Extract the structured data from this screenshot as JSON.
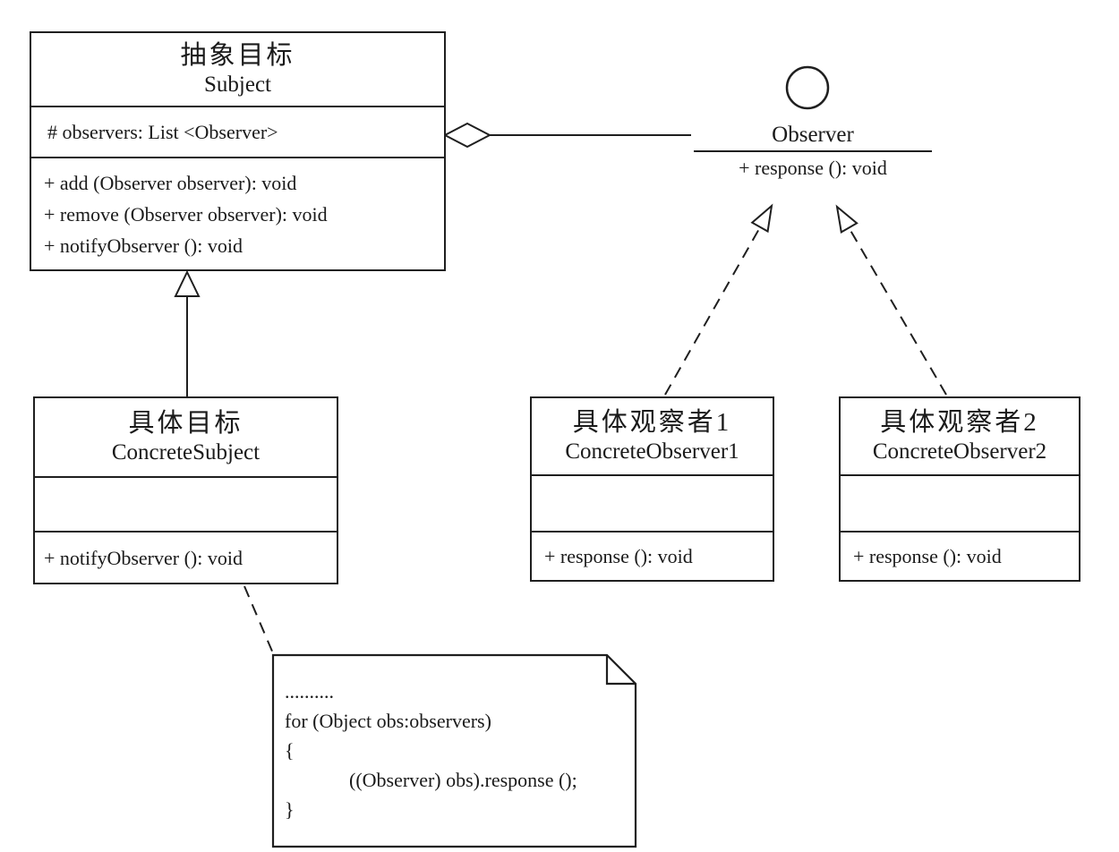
{
  "classes": {
    "subject": {
      "name_cn": "抽象目标",
      "name_en": "Subject",
      "attributes": [
        "# observers: List <Observer>"
      ],
      "methods": [
        "+ add (Observer observer): void",
        "+ remove (Observer observer): void",
        "+ notifyObserver (): void"
      ]
    },
    "concrete_subject": {
      "name_cn": "具体目标",
      "name_en": "ConcreteSubject",
      "attributes": [],
      "methods": [
        "+ notifyObserver (): void"
      ]
    },
    "concrete_observer1": {
      "name_cn": "具体观察者1",
      "name_en": "ConcreteObserver1",
      "attributes": [],
      "methods": [
        "+ response (): void"
      ]
    },
    "concrete_observer2": {
      "name_cn": "具体观察者2",
      "name_en": "ConcreteObserver2",
      "attributes": [],
      "methods": [
        "+ response (): void"
      ]
    }
  },
  "observer_interface": {
    "name": "Observer",
    "operation": "+ response (): void"
  },
  "note": {
    "lines": [
      "..........",
      "for (Object obs:observers)",
      "{",
      "((Observer) obs).response ();",
      "}"
    ]
  },
  "connectors": {
    "generalization": {
      "type": "generalization",
      "from": "ConcreteSubject",
      "to": "Subject",
      "style": "solid line, hollow triangle"
    },
    "aggregation": {
      "type": "aggregation",
      "from": "Subject",
      "to": "Observer",
      "style": "hollow diamond at Subject"
    },
    "realization1": {
      "type": "realization",
      "from": "ConcreteObserver1",
      "to": "Observer",
      "style": "dashed line, hollow arrow"
    },
    "realization2": {
      "type": "realization",
      "from": "ConcreteObserver2",
      "to": "Observer",
      "style": "dashed line, hollow arrow"
    },
    "note_anchor": {
      "type": "note-link",
      "from": "ConcreteSubject",
      "to": "note",
      "style": "dashed line"
    }
  },
  "colors": {
    "stroke": "#1f1f1f",
    "background": "#ffffff"
  }
}
